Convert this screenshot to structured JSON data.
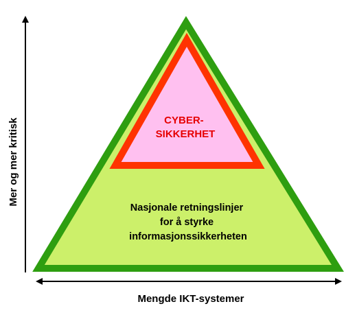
{
  "diagram": {
    "inner_label": [
      "CYBER-",
      "SIKKERHET"
    ],
    "outer_label": [
      "Nasjonale retningslinjer",
      "for å styrke",
      "informasjonssikkerheten"
    ],
    "y_axis_label": "Mer og mer kritisk",
    "x_axis_label": "Mengde IKT-systemer",
    "colors": {
      "outer_border": "#2e9e10",
      "outer_fill": "#ccf06a",
      "inner_border": "#ff3300",
      "inner_fill": "#ffc0f0",
      "inner_text": "#e60000",
      "axis": "#000000"
    }
  }
}
